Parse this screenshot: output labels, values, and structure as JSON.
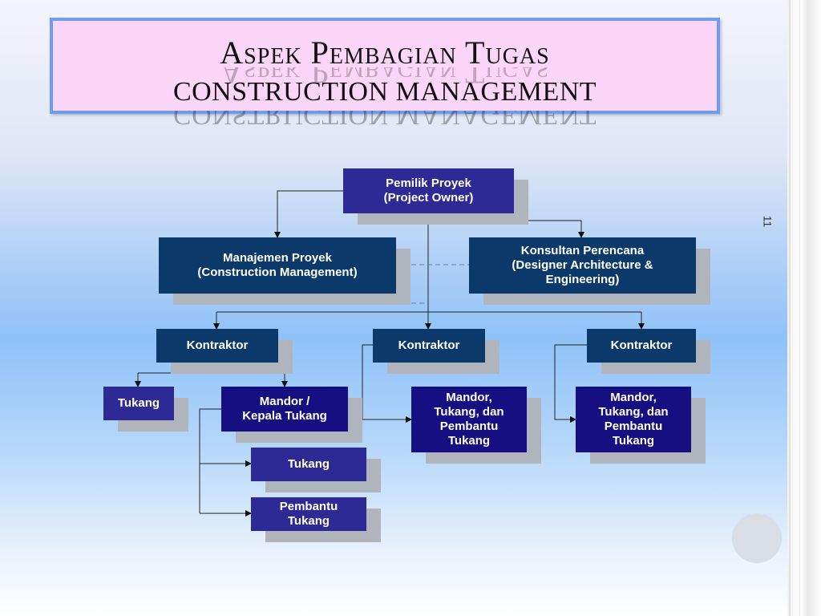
{
  "title": {
    "line1": "Aspek  Pembagian Tugas",
    "line2": "CONSTRUCTION MANAGEMENT"
  },
  "page_number": "11",
  "nodes": {
    "owner": "Pemilik Proyek\n(Project Owner)",
    "cm": "Manajemen Proyek\n(Construction Management)",
    "consultant": "Konsultan Perencana\n(Designer Architecture & Engineering)",
    "contractor1": "Kontraktor",
    "contractor2": "Kontraktor",
    "contractor3": "Kontraktor",
    "tukang1": "Tukang",
    "mandor1": "Mandor /\nKepala Tukang",
    "mandor2": "Mandor,\nTukang, dan\nPembantu\nTukang",
    "mandor3": "Mandor,\nTukang, dan\nPembantu\nTukang",
    "tukang2": "Tukang",
    "pembantu": "Pembantu\nTukang"
  },
  "colors": {
    "navy": "#0b3a6a",
    "indigo": "#2e2a95",
    "deep": "#160f82",
    "title_bg": "#fcd6f8",
    "title_border": "#6d9df0"
  }
}
